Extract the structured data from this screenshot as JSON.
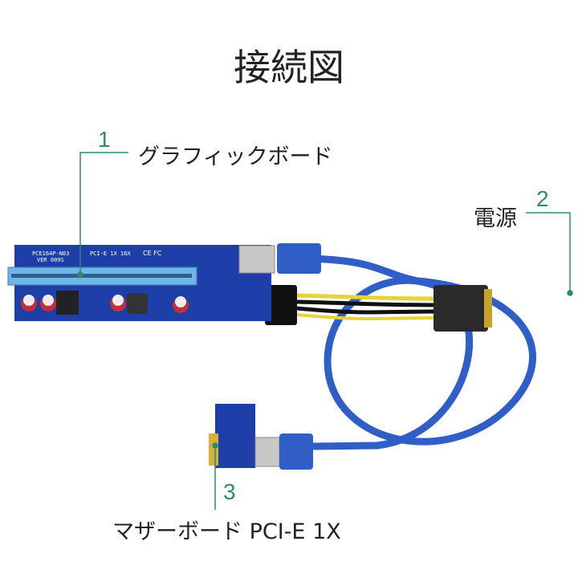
{
  "title": "接続図",
  "callouts": [
    {
      "number": "1",
      "label": "グラフィックボード"
    },
    {
      "number": "2",
      "label": "電源"
    },
    {
      "number": "3",
      "label": "マザーボード PCI-E 1X"
    }
  ],
  "board_text": {
    "model": "PCE164P-N03",
    "version": "VER 009S",
    "spec": "PCI-E 1X 16X",
    "marks": "CE FC"
  },
  "colors": {
    "accent": "#2e8b6b",
    "pcb": "#1f3fa8",
    "cable": "#2f5fc6",
    "slot": "#6fb6e6"
  }
}
